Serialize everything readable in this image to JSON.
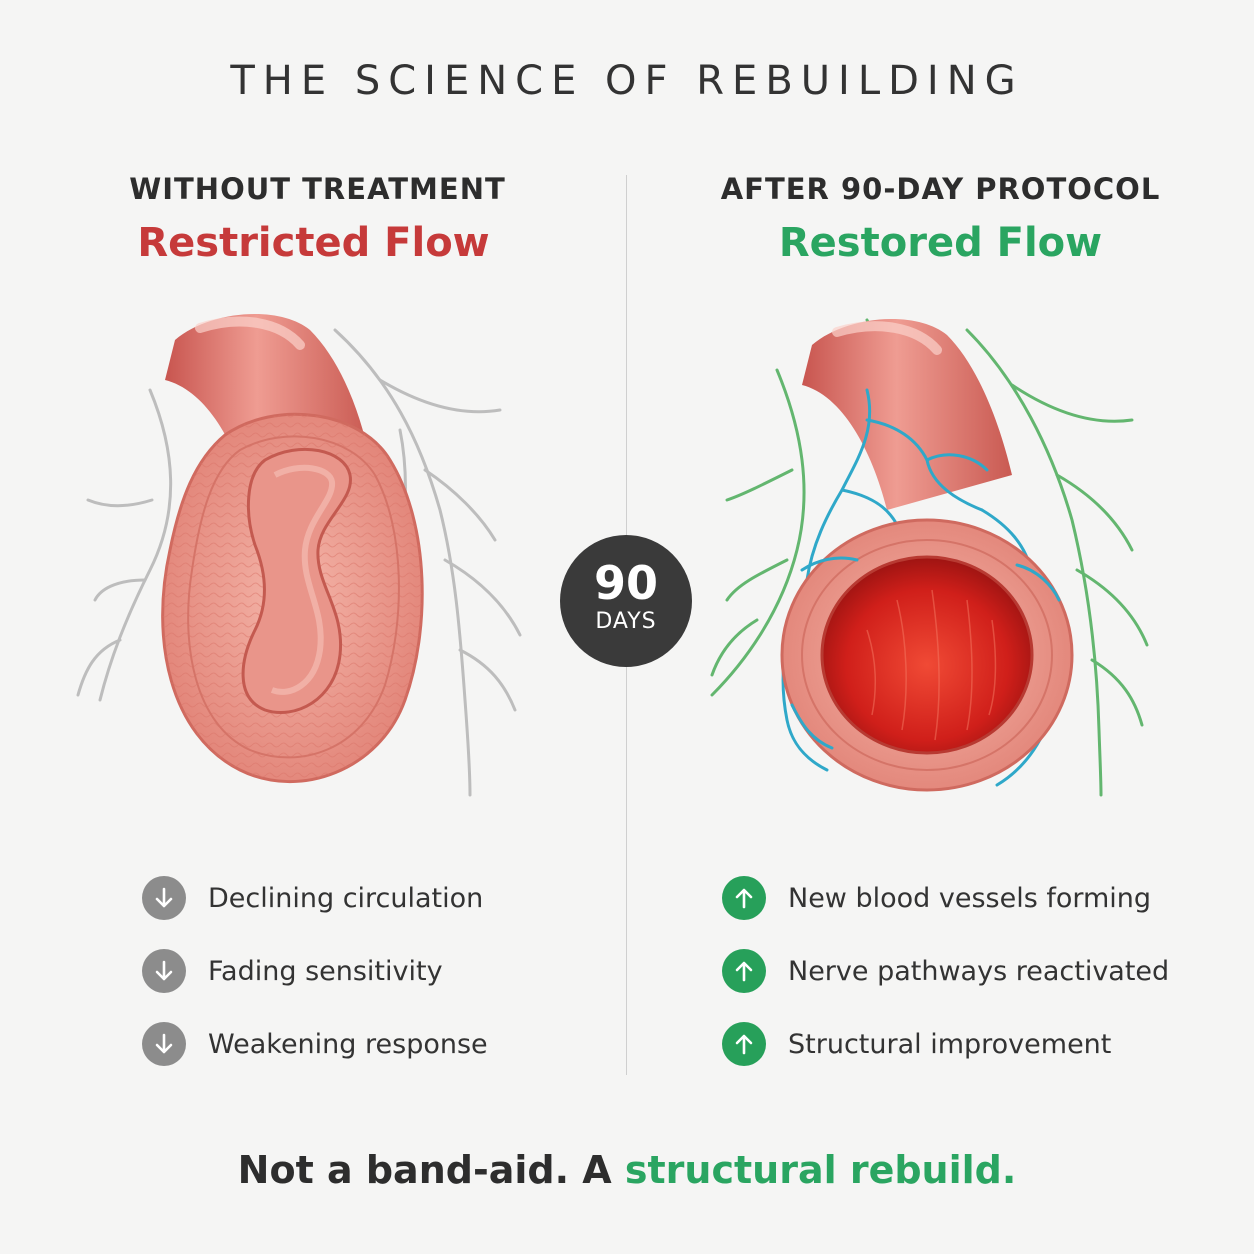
{
  "title": "THE SCIENCE OF REBUILDING",
  "left": {
    "heading": "WITHOUT TREATMENT",
    "subheading": "Restricted Flow",
    "items": [
      {
        "text": "Declining circulation",
        "icon": "arrow-down-icon"
      },
      {
        "text": "Fading sensitivity",
        "icon": "arrow-down-icon"
      },
      {
        "text": "Weakening response",
        "icon": "arrow-down-icon"
      }
    ]
  },
  "right": {
    "heading": "AFTER 90-DAY PROTOCOL",
    "subheading": "Restored Flow",
    "items": [
      {
        "text": "New blood vessels forming",
        "icon": "arrow-up-icon"
      },
      {
        "text": "Nerve pathways reactivated",
        "icon": "arrow-up-icon"
      },
      {
        "text": "Structural improvement",
        "icon": "arrow-up-icon"
      }
    ]
  },
  "badge": {
    "number": "90",
    "unit": "DAYS"
  },
  "tagline": {
    "prefix": "Not a band-aid. A ",
    "accent": "structural rebuild."
  },
  "colors": {
    "negative": "#c63a3a",
    "positive": "#2aa561",
    "badge_bg": "#3a3a3a",
    "down_icon_bg": "#8c8c8c",
    "up_icon_bg": "#27a05a",
    "vessel": "#e98b80",
    "nerve_gray": "#b9b9b9",
    "nerve_green": "#5fb36f",
    "capillary": "#2fa8c9"
  }
}
